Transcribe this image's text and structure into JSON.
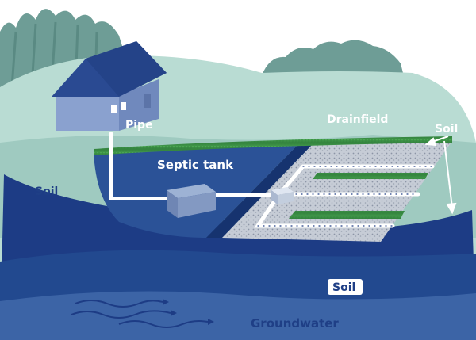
{
  "labels": {
    "pipe": "Pipe",
    "drainfield": "Drainfield",
    "septic_tank": "Septic tank",
    "soil_left": "Soil",
    "soil_right": "Soil",
    "soil_bottom": "Soil",
    "groundwater": "Groundwater"
  },
  "colors": {
    "background": "#ffffff",
    "soil_light": "#b9dcd3",
    "soil_mid": "#8ec2b8",
    "trees": "#6e9d96",
    "ground_dark": "#1d3c85",
    "ground_deep": "#22498f",
    "water_band": "#3c64a6",
    "house_wall": "#7f97c8",
    "house_roof": "#2a4a92",
    "excavation": "#2b5297",
    "gravel": "#c6ccd6",
    "grass": "#3f9c4a",
    "pipe": "#ffffff"
  }
}
